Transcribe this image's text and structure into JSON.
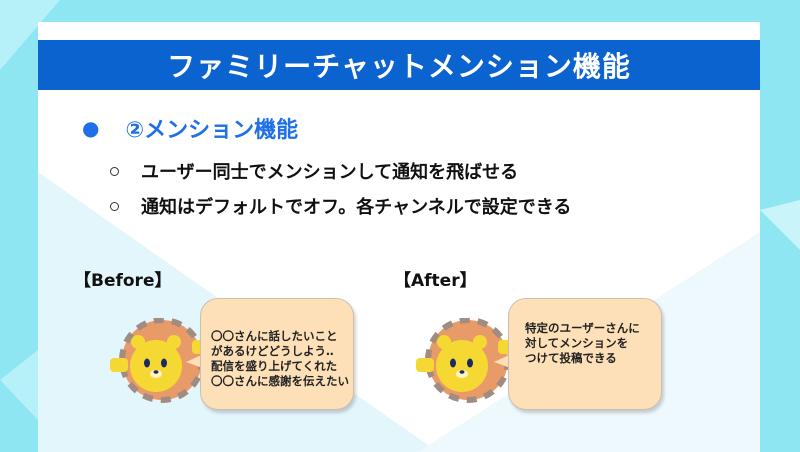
{
  "title": "ファミリーチャットメンション機能",
  "heading": "②メンション機能",
  "bullets": [
    "ユーザー同士でメンションして通知を飛ばせる",
    "通知はデフォルトでオフ。各チャンネルで設定できる"
  ],
  "before": {
    "label": "【Before】",
    "lines": [
      "〇〇さんに話したいこと",
      "があるけどどうしよう‥",
      "配信を盛り上げてくれた",
      "〇〇さんに感謝を伝えたい"
    ]
  },
  "after": {
    "label": "【After】",
    "lines": [
      "特定のユーザーさんに",
      "対してメンションを",
      "つけて投稿できる"
    ]
  },
  "colors": {
    "background": "#8ee6f2",
    "title_bar": "#0a63cf",
    "heading": "#1e6fe8",
    "bubble": "#fde0b8"
  },
  "icons": [
    "lion-mascot-icon",
    "lion-mascot-icon"
  ]
}
